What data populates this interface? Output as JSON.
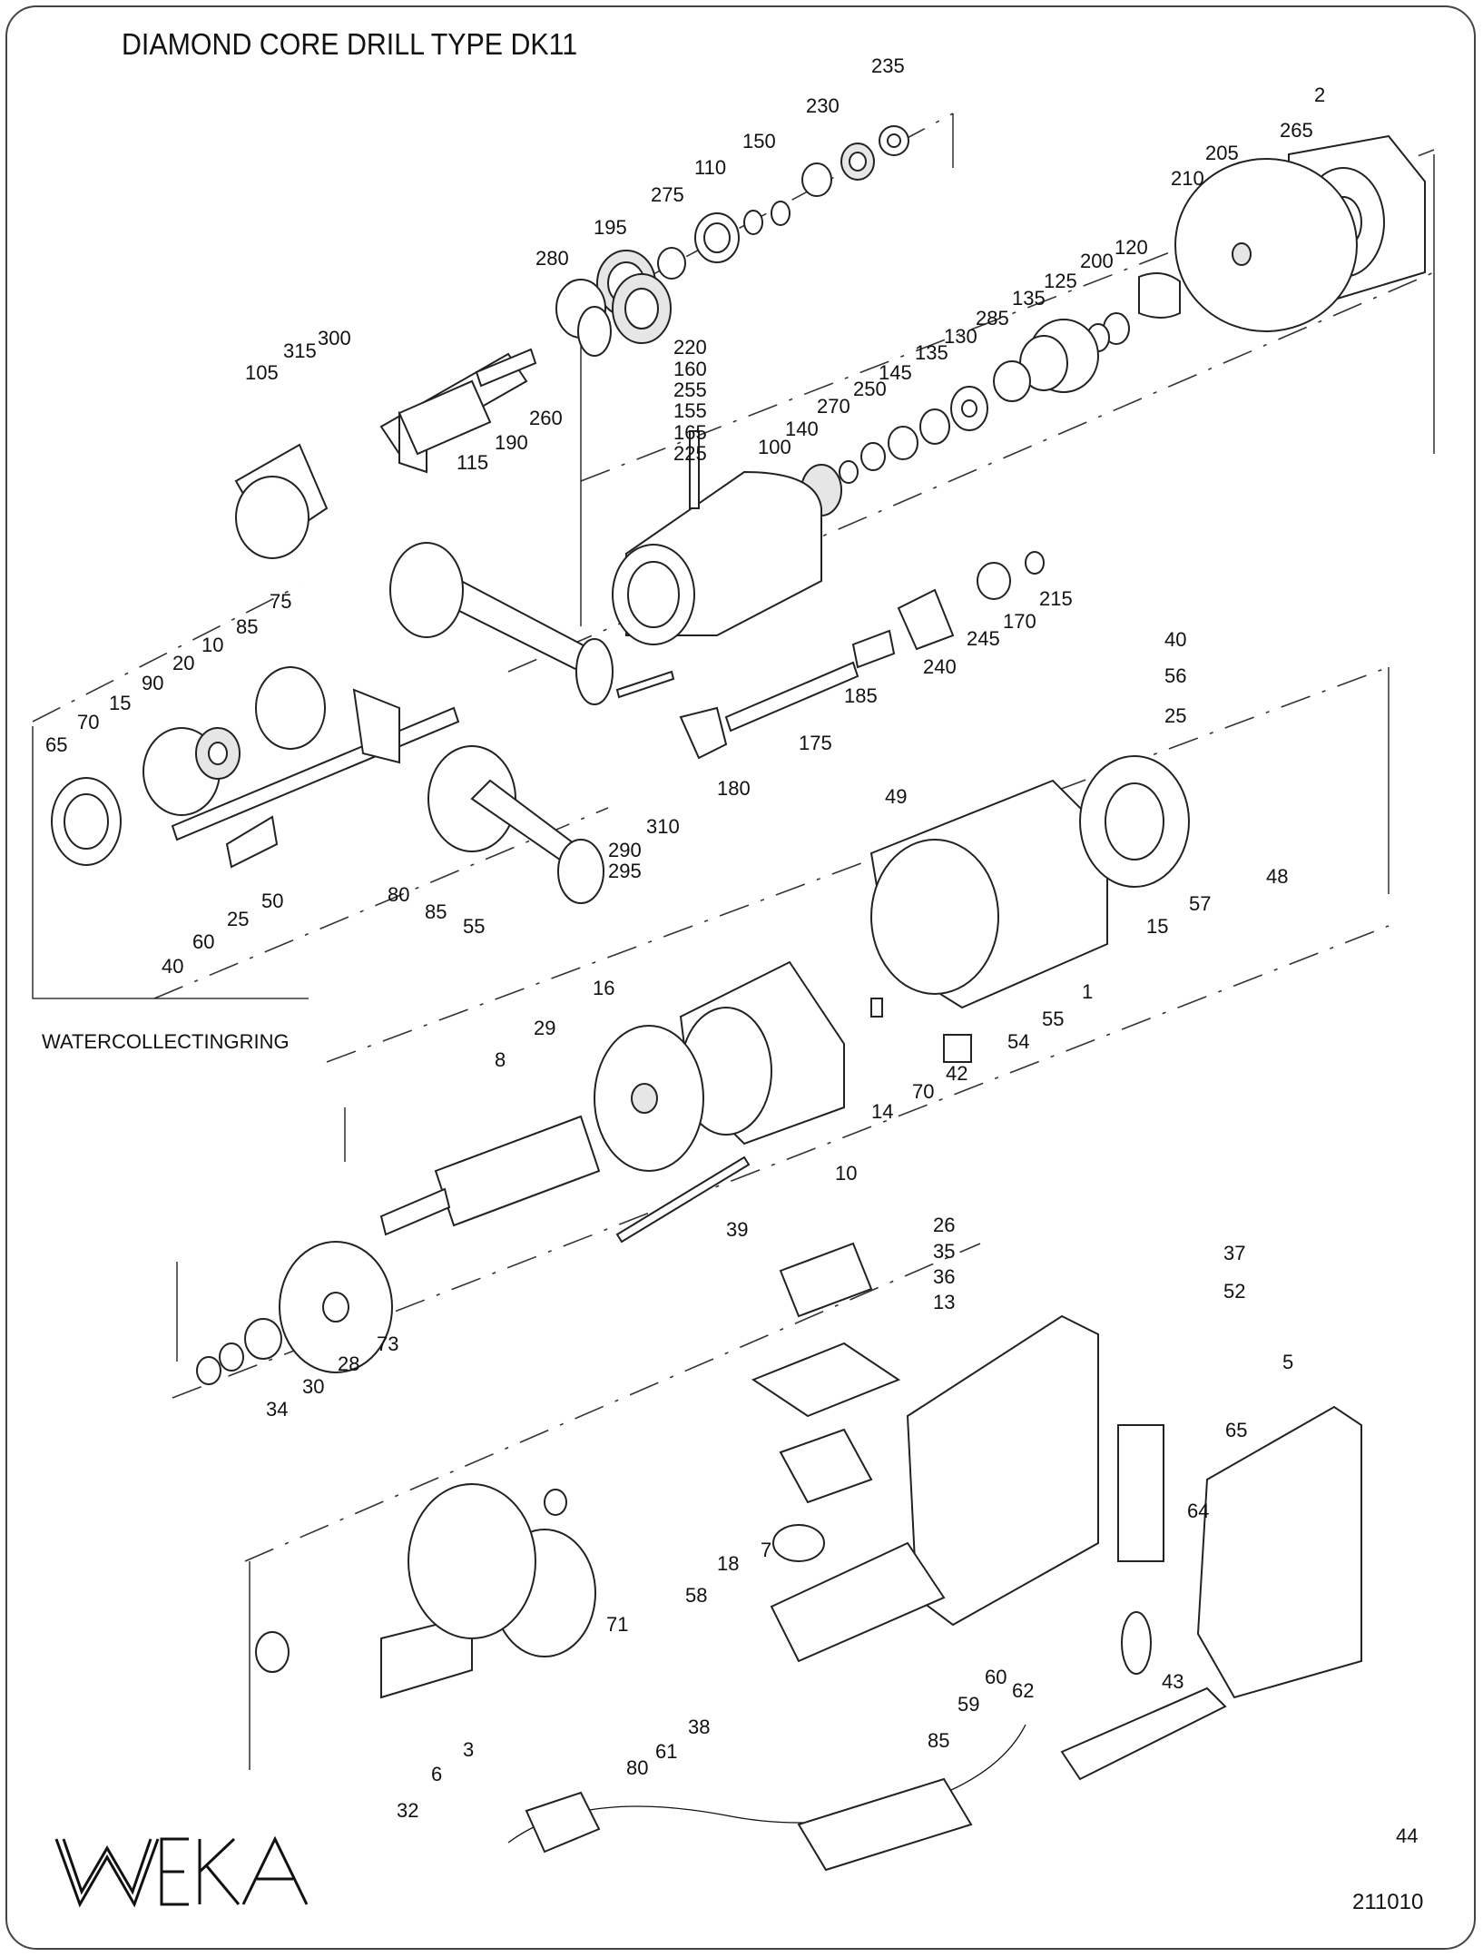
{
  "title": "DIAMOND CORE DRILL TYPE DK11",
  "doc_number": "211010",
  "ring_label": "WATERCOLLECTINGRING",
  "logo_text": "WEKA",
  "part_labels": [
    "235",
    "230",
    "2",
    "265",
    "150",
    "110",
    "205",
    "210",
    "275",
    "195",
    "200",
    "120",
    "280",
    "125",
    "135",
    "285",
    "130",
    "135",
    "145",
    "220",
    "160",
    "255",
    "155",
    "165",
    "225",
    "250",
    "270",
    "140",
    "100",
    "105",
    "315",
    "300",
    "260",
    "115",
    "190",
    "215",
    "170",
    "245",
    "240",
    "185",
    "175",
    "180",
    "310",
    "290",
    "295",
    "75",
    "85",
    "10",
    "90",
    "20",
    "15",
    "70",
    "65",
    "50",
    "25",
    "60",
    "40",
    "80",
    "85",
    "55",
    "40",
    "56",
    "25",
    "49",
    "48",
    "57",
    "15",
    "1",
    "55",
    "54",
    "42",
    "70",
    "14",
    "16",
    "29",
    "8",
    "10",
    "39",
    "73",
    "28",
    "30",
    "34",
    "26",
    "35",
    "36",
    "13",
    "37",
    "52",
    "5",
    "65",
    "64",
    "18",
    "7",
    "58",
    "71",
    "43",
    "62",
    "59",
    "60",
    "85",
    "61",
    "80",
    "38",
    "44",
    "3",
    "6",
    "32"
  ],
  "colors": {
    "ink": "#111111",
    "frame": "#444444"
  }
}
